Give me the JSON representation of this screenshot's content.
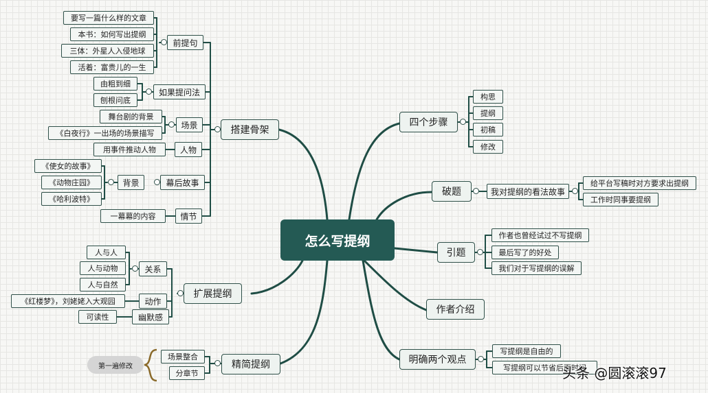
{
  "root": "怎么写提纲",
  "branches": {
    "skeleton": {
      "label": "搭建骨架",
      "qianti": {
        "label": "前提句",
        "items": [
          "要写一篇什么样的文章",
          "本书：如何写出提纲",
          "三体：外星人入侵地球",
          "活着：富贵儿的一生"
        ]
      },
      "ruguo": {
        "label": "如果提问法",
        "items": [
          "由粗到细",
          "刨根问底"
        ]
      },
      "changjing": {
        "label": "场景",
        "items": [
          "舞台剧的背景",
          "《白夜行》一出场的场景描写"
        ]
      },
      "renwu": {
        "label": "人物",
        "items": [
          "用事件推动人物"
        ]
      },
      "muhou": {
        "label": "幕后故事",
        "beijing": {
          "label": "背景",
          "items": [
            "《使女的故事》",
            "《动物庄园》",
            "《哈利波特》"
          ]
        }
      },
      "qingjie": {
        "label": "情节",
        "items": [
          "一幕幕的内容"
        ]
      }
    },
    "expand": {
      "label": "扩展提纲",
      "guanxi": {
        "label": "关系",
        "items": [
          "人与人",
          "人与动物",
          "人与自然"
        ]
      },
      "dongzuo": {
        "label": "动作",
        "items": [
          "《红楼梦》，刘姥姥入大观园"
        ]
      },
      "youmo": {
        "label": "幽默感",
        "items": [
          "可读性"
        ]
      }
    },
    "simplify": {
      "label": "精简提纲",
      "items": [
        "场景整合",
        "分章节"
      ],
      "note": "第一遍修改"
    },
    "steps": {
      "label": "四个步骤",
      "items": [
        "构思",
        "提纲",
        "初稿",
        "修改"
      ]
    },
    "poti": {
      "label": "破题",
      "story": {
        "label": "我对提纲的看法故事",
        "items": [
          "给平台写稿时对方要求出提纲",
          "工作时同事要提纲"
        ]
      }
    },
    "yinti": {
      "label": "引题",
      "items": [
        "作者也曾经试过不写提纲",
        "最后写了的好处",
        "我们对于写提纲的误解"
      ]
    },
    "author": {
      "label": "作者介绍"
    },
    "views": {
      "label": "明确两个观点",
      "items": [
        "写提纲是自由的",
        "写提纲可以节省后面时间"
      ]
    }
  },
  "watermark": "头条 @圆滚滚97",
  "colors": {
    "line": "#1f4d45",
    "root": "#245a54",
    "bracket": "#8a6a2a"
  }
}
